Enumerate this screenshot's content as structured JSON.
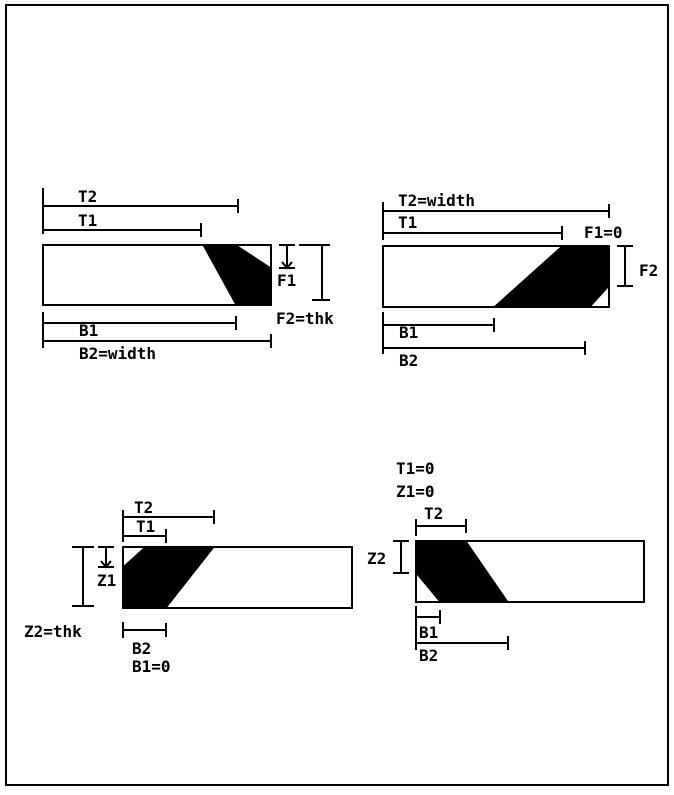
{
  "diagrams": [
    {
      "labels": {
        "t2": "T2",
        "t1": "T1",
        "f1": "F1",
        "f2": "F2=thk",
        "b1": "B1",
        "b2": "B2=width"
      }
    },
    {
      "labels": {
        "t2": "T2=width",
        "t1": "T1",
        "f1": "F1=0",
        "f2": "F2",
        "b1": "B1",
        "b2": "B2"
      }
    },
    {
      "labels": {
        "t2": "T2",
        "t1": "T1",
        "z1": "Z1",
        "z2": "Z2=thk",
        "b2": "B2",
        "b1": "B1=0"
      }
    },
    {
      "labels": {
        "t1": "T1=0",
        "z1": "Z1=0",
        "t2": "T2",
        "z2": "Z2",
        "b1": "B1",
        "b2": "B2"
      }
    }
  ]
}
